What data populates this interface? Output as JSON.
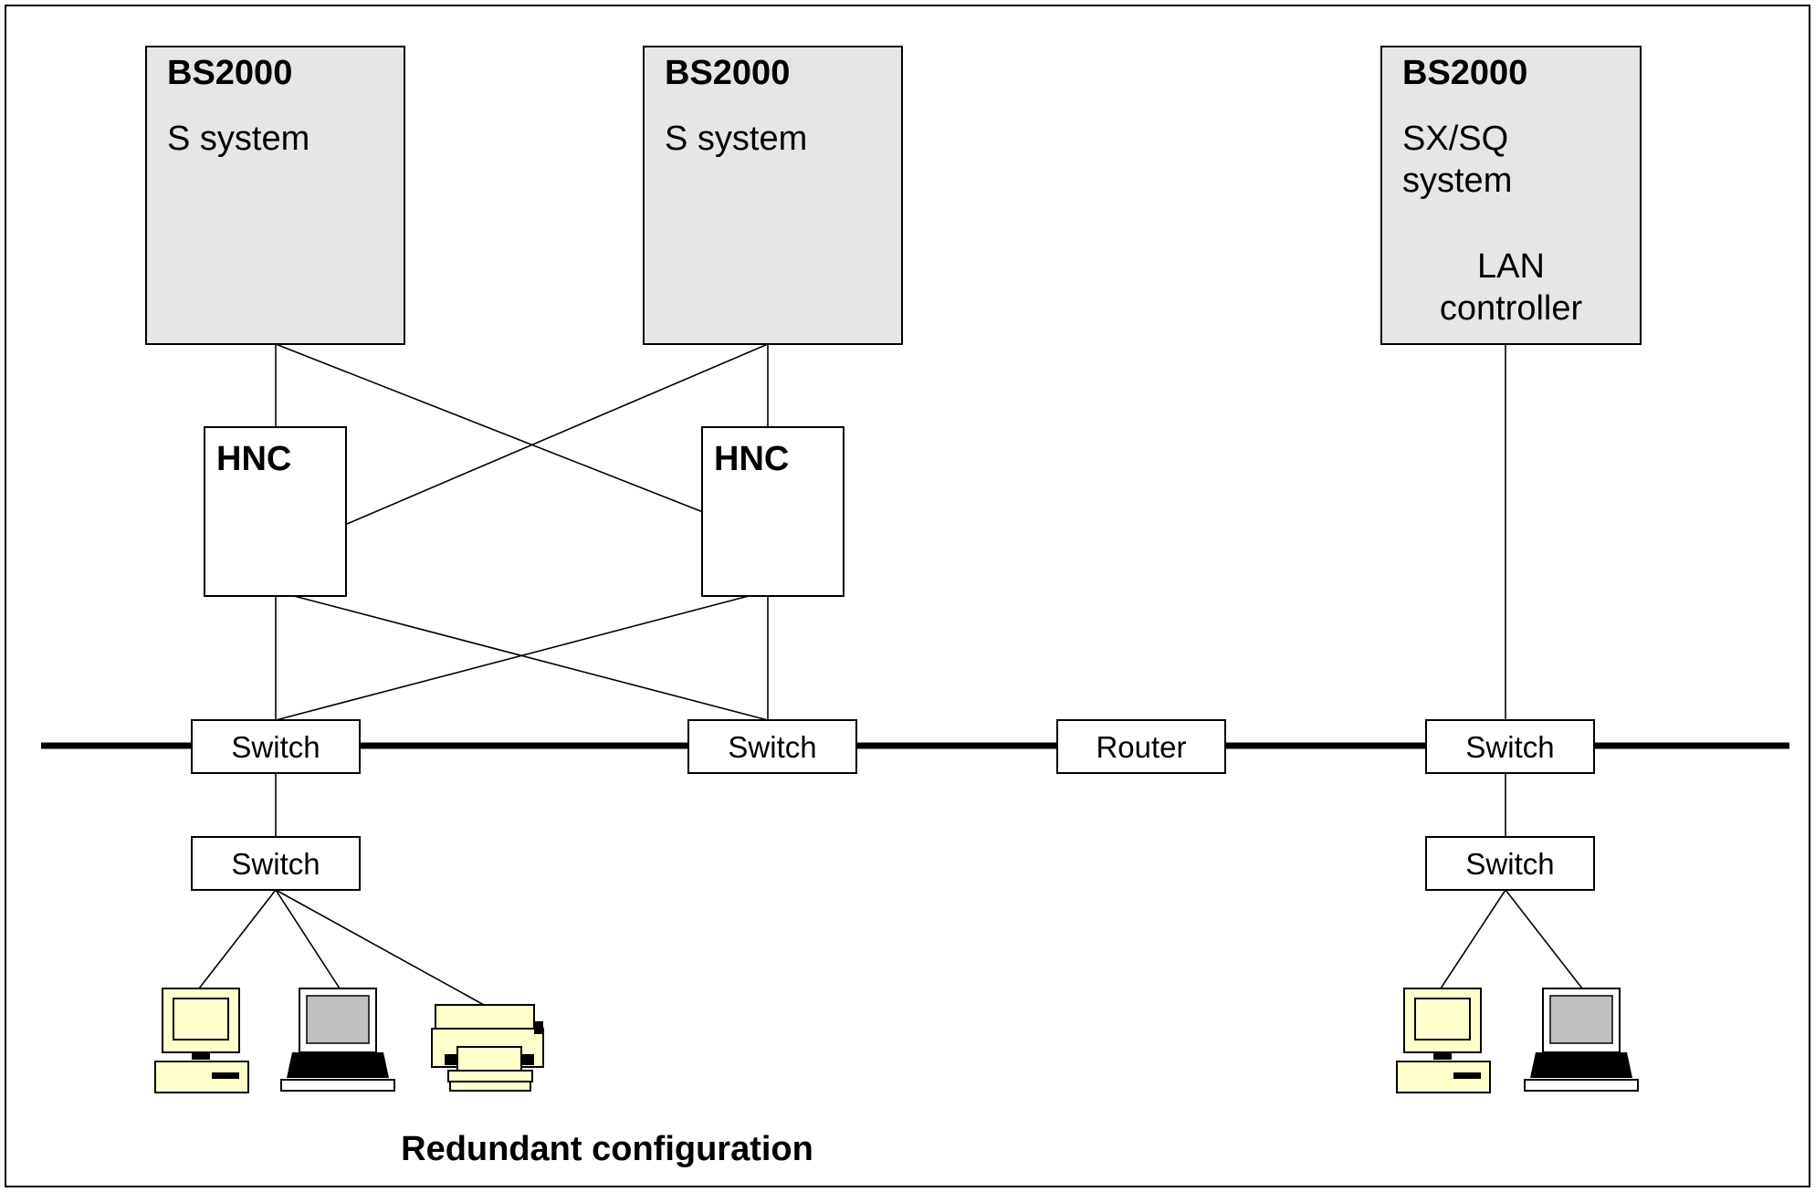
{
  "hosts": [
    {
      "title": "BS2000",
      "lines": [
        "S system"
      ]
    },
    {
      "title": "BS2000",
      "lines": [
        "S system"
      ]
    },
    {
      "title": "BS2000",
      "lines": [
        "SX/SQ",
        "system"
      ],
      "sublabel": [
        "LAN",
        "controller"
      ]
    }
  ],
  "hncs": [
    {
      "label": "HNC"
    },
    {
      "label": "HNC"
    }
  ],
  "network_nodes": [
    {
      "label": "Switch"
    },
    {
      "label": "Switch"
    },
    {
      "label": "Router"
    },
    {
      "label": "Switch"
    },
    {
      "label": "Switch"
    },
    {
      "label": "Switch"
    }
  ],
  "devices": [
    "desktop-pc-icon",
    "laptop-icon",
    "printer-icon",
    "desktop-pc-icon",
    "laptop-icon"
  ],
  "colors": {
    "host_fill": "#e6e6e6",
    "device_fill": "#ffffcc",
    "screen_gray": "#c0c0c0"
  },
  "caption": "Redundant configuration"
}
